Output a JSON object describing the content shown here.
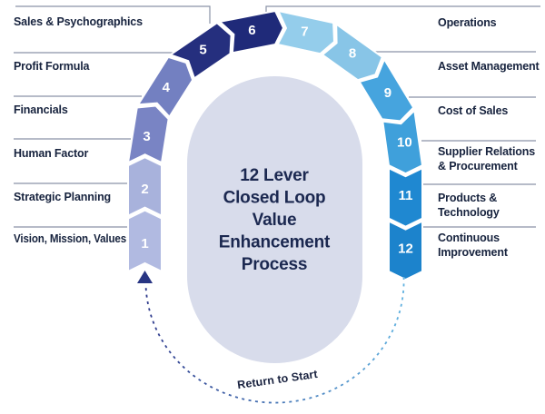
{
  "title": "12 Lever Closed Loop Value Enhancement Process",
  "center_text": {
    "lines": [
      "12 Lever",
      "Closed Loop",
      "Value",
      "Enhancement",
      "Process"
    ]
  },
  "return_label": "Return to Start",
  "levers": [
    {
      "num": "1",
      "label": "Vision, Mission, Values",
      "lines": [
        "Vision, Mission, Values"
      ],
      "side": "left",
      "color": "#B1BAE1"
    },
    {
      "num": "2",
      "label": "Strategic Planning",
      "lines": [
        "Strategic Planning"
      ],
      "side": "left",
      "color": "#A8B2DC"
    },
    {
      "num": "3",
      "label": "Human Factor",
      "lines": [
        "Human Factor"
      ],
      "side": "left",
      "color": "#7984C4"
    },
    {
      "num": "4",
      "label": "Financials",
      "lines": [
        "Financials"
      ],
      "side": "left",
      "color": "#7380C1"
    },
    {
      "num": "5",
      "label": "Profit Formula",
      "lines": [
        "Profit Formula"
      ],
      "side": "left",
      "color": "#252F7E"
    },
    {
      "num": "6",
      "label": "Sales & Psychographics",
      "lines": [
        "Sales & Psychographics"
      ],
      "side": "left",
      "color": "#1F2A79"
    },
    {
      "num": "7",
      "label": "Operations",
      "lines": [
        "Operations"
      ],
      "side": "right",
      "color": "#94CDEB"
    },
    {
      "num": "8",
      "label": "Asset Management",
      "lines": [
        "Asset Management"
      ],
      "side": "right",
      "color": "#88C5E7"
    },
    {
      "num": "9",
      "label": "Cost of Sales",
      "lines": [
        "Cost of Sales"
      ],
      "side": "right",
      "color": "#46A4DE"
    },
    {
      "num": "10",
      "label": "Supplier Relations & Procurement",
      "lines": [
        "Supplier Relations",
        "& Procurement"
      ],
      "side": "right",
      "color": "#3FA0DB"
    },
    {
      "num": "11",
      "label": "Products & Technology",
      "lines": [
        "Products &",
        "Technology"
      ],
      "side": "right",
      "color": "#1F88D1"
    },
    {
      "num": "12",
      "label": "Continuous Improvement",
      "lines": [
        "Continuous",
        "Improvement"
      ],
      "side": "right",
      "color": "#1C83CC"
    }
  ],
  "theme": {
    "background": "#FFFFFF",
    "label_text": "#17233E",
    "separator_line": "#8A92A6",
    "center_fill": "#D8DCEB",
    "center_text": "#1B2850",
    "lever_number_text": "#FFFFFF",
    "return_text": "#1A2340",
    "arrow_color": "#283583",
    "dash_dark": "#2E3A8C",
    "dash_light": "#62B2E0"
  }
}
